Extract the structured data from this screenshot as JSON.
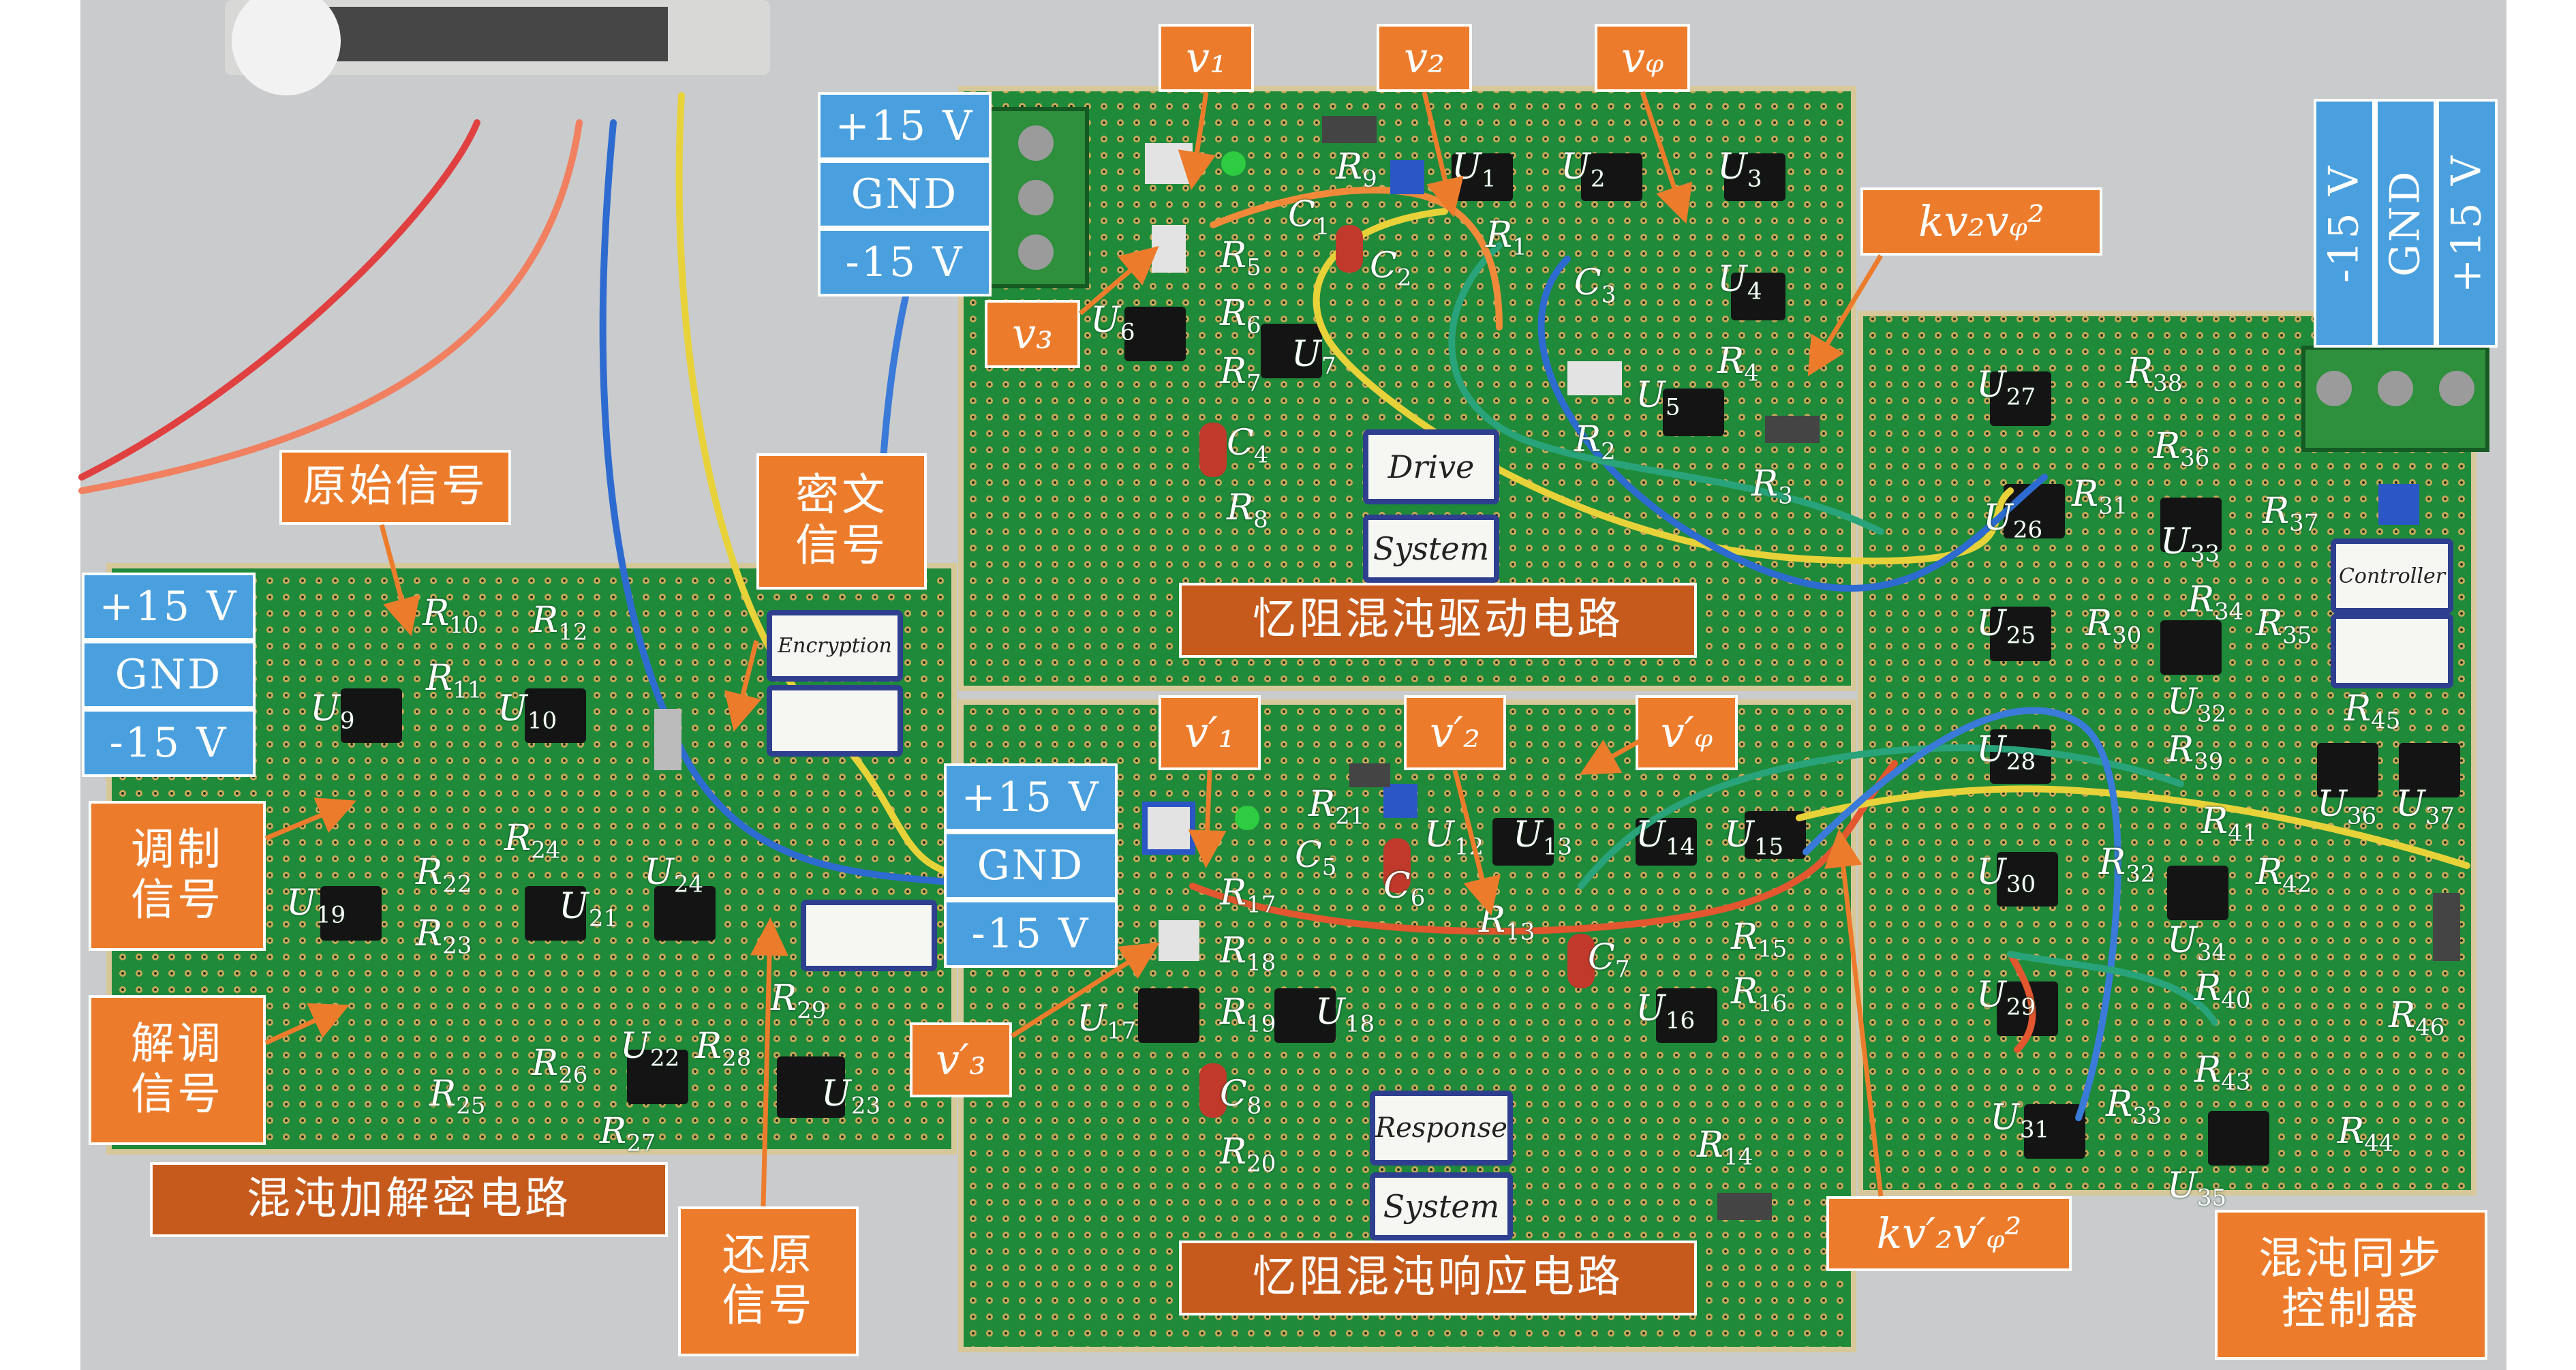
{
  "labels": {
    "drive_circuit": "忆阻混沌驱动电路",
    "response_circuit": "忆阻混沌响应电路",
    "encrypt_circuit": "混沌加解密电路",
    "sync_controller": "混沌同步\n控制器",
    "original_signal": "原始信号",
    "cipher_signal": "密文\n信号",
    "modulated_signal": "调制\n信号",
    "demodulated_signal": "解调\n信号",
    "restored_signal": "还原\n信号",
    "drive_v1": "v₁",
    "drive_v2": "v₂",
    "drive_vphi": "vᵩ",
    "drive_v3": "v₃",
    "drive_product": "kv₂vᵩ²",
    "resp_v1": "v′₁",
    "resp_v2": "v′₂",
    "resp_vphi": "v′ᵩ",
    "resp_v3": "v′₃",
    "resp_product": "kv′₂v′ᵩ²"
  },
  "power_labels": {
    "drive": [
      "+15 V",
      "GND",
      "-15 V"
    ],
    "encrypt": [
      "+15 V",
      "GND",
      "-15 V"
    ],
    "response": [
      "+15 V",
      "GND",
      "-15 V"
    ],
    "controller": [
      "-15 V",
      "GND",
      "+15 V"
    ]
  },
  "board_plates": {
    "drive": [
      "Drive",
      "System"
    ],
    "response": [
      "Response",
      "System"
    ],
    "controller": "Controller",
    "encryption": "Encryption"
  },
  "component_labels": {
    "drive": [
      "R9",
      "U1",
      "U2",
      "U3",
      "C1",
      "C2",
      "R1",
      "C3",
      "U4",
      "R5",
      "R6",
      "U6",
      "U7",
      "R7",
      "C4",
      "R8",
      "R4",
      "U5",
      "R2",
      "R3"
    ],
    "response": [
      "R21",
      "U12",
      "U13",
      "U14",
      "U15",
      "C5",
      "C6",
      "R17",
      "R13",
      "C7",
      "R15",
      "R16",
      "R18",
      "R19",
      "U17",
      "U18",
      "U16",
      "C8",
      "R20",
      "R14"
    ],
    "encrypt": [
      "R10",
      "R12",
      "R11",
      "U9",
      "U10",
      "R24",
      "U24",
      "R22",
      "U19",
      "U21",
      "R23",
      "R29",
      "R26",
      "U22",
      "R28",
      "U23",
      "R25",
      "R27"
    ],
    "controller": [
      "R38",
      "U27",
      "R36",
      "R31",
      "U26",
      "R37",
      "U33",
      "R34",
      "U25",
      "R30",
      "R35",
      "R45",
      "U32",
      "U28",
      "R39",
      "U36",
      "U37",
      "R41",
      "R32",
      "U30",
      "R42",
      "U34",
      "R40",
      "U29",
      "R46",
      "R43",
      "R33",
      "U31",
      "R44",
      "U35"
    ]
  }
}
